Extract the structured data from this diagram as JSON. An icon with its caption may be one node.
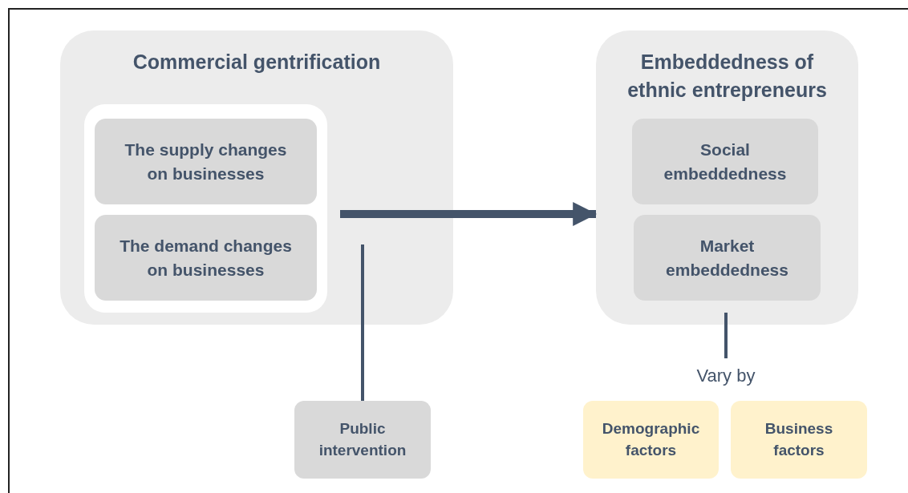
{
  "diagram": {
    "nodes": [
      {
        "text": [
          "Commercial gentrification"
        ]
      },
      {
        "text": [],
        "shape": "box",
        "in": 0
      },
      {
        "text": [
          "The supply changes on businesses"
        ],
        "in": 1
      },
      {
        "text": [
          "The demand changes on businesses"
        ],
        "in": 1
      },
      {
        "text": [
          "Embeddedness of ethnic entrepreneurs"
        ]
      },
      {
        "text": [
          "Social embeddedness"
        ],
        "in": 4
      },
      {
        "text": [
          "Market embeddedness"
        ],
        "in": 4
      },
      {
        "text": [
          "Public intervention"
        ]
      },
      {
        "text": [
          "Vary by"
        ]
      },
      {
        "text": [
          "Demographic factors"
        ]
      },
      {
        "text": [
          "Business factors"
        ]
      }
    ],
    "edges": [
      {
        "from": 1,
        "to": 4,
        "arrow": "to",
        "style": "thick"
      },
      {
        "from": 7,
        "to": null,
        "arrow": "none"
      },
      {
        "from": 4,
        "to": 8,
        "arrow": "none"
      }
    ]
  }
}
